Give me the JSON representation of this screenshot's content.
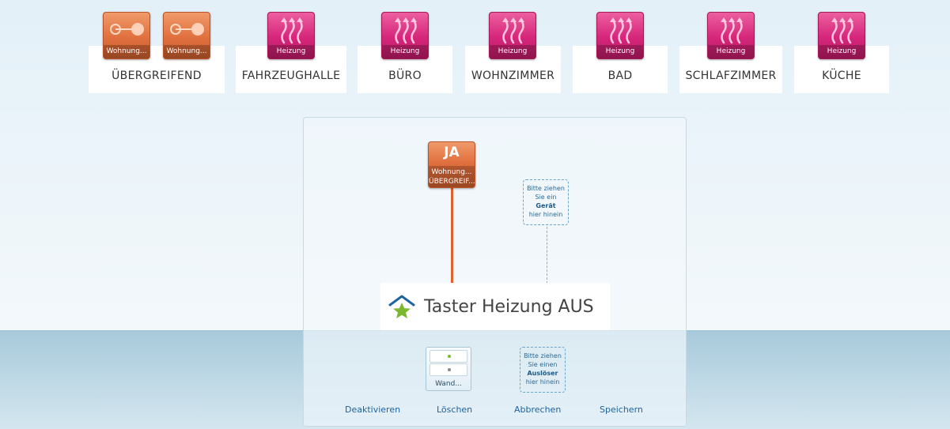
{
  "rooms": [
    {
      "name": "ÜBERGREIFEND"
    },
    {
      "name": "FAHRZEUGHALLE"
    },
    {
      "name": "BÜRO"
    },
    {
      "name": "WOHNZIMMER"
    },
    {
      "name": "BAD"
    },
    {
      "name": "SCHLAFZIMMER"
    },
    {
      "name": "KÜCHE"
    }
  ],
  "tiles": [
    {
      "label": "Wohnung...",
      "icon": "toggle-icon",
      "color": "#e0703e"
    },
    {
      "label": "Wohnung...",
      "icon": "toggle-icon",
      "color": "#e0703e"
    },
    {
      "label": "Heizung",
      "icon": "heating-icon",
      "color": "#d6267a"
    },
    {
      "label": "Heizung",
      "icon": "heating-icon",
      "color": "#d6267a"
    },
    {
      "label": "Heizung",
      "icon": "heating-icon",
      "color": "#d6267a"
    },
    {
      "label": "Heizung",
      "icon": "heating-icon",
      "color": "#d6267a"
    },
    {
      "label": "Heizung",
      "icon": "heating-icon",
      "color": "#d6267a"
    },
    {
      "label": "Heizung",
      "icon": "heating-icon",
      "color": "#d6267a"
    }
  ],
  "editor": {
    "condition": {
      "value": "JA",
      "line1": "Wohnung...",
      "line2": "ÜBERGREIF..."
    },
    "drop_device": {
      "line1": "Bitte ziehen",
      "line2": "Sie ein",
      "line3": "Gerät",
      "line4": "hier hinein"
    },
    "title": "Taster Heizung AUS",
    "title_icon": "home-star-icon",
    "trigger_device": {
      "label": "Wand..."
    },
    "drop_trigger": {
      "line1": "Bitte ziehen",
      "line2": "Sie einen",
      "line3": "Auslöser",
      "line4": "hier hinein"
    },
    "actions": {
      "deactivate": "Deaktivieren",
      "delete": "Löschen",
      "cancel": "Abbrechen",
      "save": "Speichern"
    }
  },
  "colors": {
    "accent_orange": "#e0703e",
    "accent_pink": "#d6267a",
    "link": "#1d64a0",
    "star": "#7cb82f",
    "house": "#1d64a0"
  }
}
